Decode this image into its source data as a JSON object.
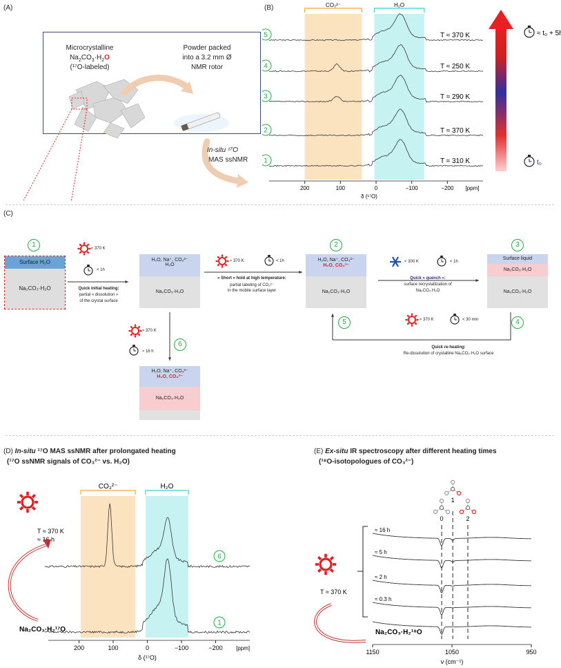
{
  "panelA": {
    "label": "(A)",
    "crystal_title": "Microcrystalline",
    "crystal_formula_a": "Na",
    "crystal_formula_b": "CO",
    "crystal_formula_c": "·H",
    "crystal_formula_d": "O",
    "crystal_labeled": "(¹⁷O-labeled)",
    "powder_line1": "Powder packed",
    "powder_line2": "into a 3.2 mm Ø",
    "powder_line3": "NMR rotor",
    "insitu_line1": "In-situ ¹⁷O",
    "insitu_line2": "MAS ssNMR"
  },
  "panelB": {
    "label": "(B)",
    "band_co3": "CO₃²⁻",
    "band_h2o": "H₂O",
    "x_ticks": [
      "200",
      "100",
      "0",
      "−100",
      "−200",
      "[ppm]"
    ],
    "x_axis": "δ (¹⁷O)",
    "traces": [
      {
        "num": "5",
        "temp": "T ≈ 370 K"
      },
      {
        "num": "4",
        "temp": "T ≈ 250 K"
      },
      {
        "num": "3",
        "temp": "T ≈ 290 K"
      },
      {
        "num": "2",
        "temp": "T ≈ 370 K"
      },
      {
        "num": "1",
        "temp": "T ≈ 310 K"
      }
    ],
    "time_top": "≈ t₀ + 5h",
    "time_bottom": "t₀"
  },
  "panelC": {
    "label": "(C)",
    "box1": {
      "num": "1",
      "top": "Surface H₂O",
      "bottom": "Na₂CO₃·H₂O"
    },
    "step1": {
      "temp": "≈ 370 K",
      "time": "< 1h",
      "title": "Quick initial heating:",
      "desc1": "partial « dissolution »",
      "desc2": "of the crystal surface"
    },
    "boxA": {
      "top": "H₂O, Na⁺, CO₃²⁻",
      "top2": "H₂O",
      "bottom": "Na₂CO₃·H₂O"
    },
    "step2": {
      "temp": "≈ 370 K",
      "time": "< 1h",
      "title": "« Short » hold at high temperature:",
      "desc1": "partial labeling of CO₃²⁻",
      "desc2": "in the mobile surface layer"
    },
    "box2": {
      "num": "2",
      "top": "H₂O, Na⁺, CO₃²⁻",
      "top2a": "H₂O",
      "top2b": "CO₃²⁻",
      "bottom": "Na₂CO₃·H₂O"
    },
    "step3": {
      "temp": "< 300 K",
      "time": "< 1h",
      "title": "Quick « quench »:",
      "desc1": "surface recrystallization of",
      "desc2": "Na₂CO₃·H₂O"
    },
    "box3": {
      "num": "3",
      "top": "Surface liquid",
      "mid": "Na₂CO₃·H₂O",
      "bottom": "Na₂CO₃·H₂O"
    },
    "step4": {
      "num4": "4",
      "num5": "5",
      "temp": "≈ 370 K",
      "time": "< 30 min",
      "title": "Quick re-heating:",
      "desc1": "Re-dissolution of crystalline Na₂CO₃·H₂O surface"
    },
    "step6": {
      "num": "6",
      "temp": "≈ 370 K",
      "time": "≈ 16 h"
    },
    "box6": {
      "top": "H₂O, Na⁺, CO₃²⁻",
      "top2a": "H₂O",
      "top2b": "CO₃²⁻",
      "bottom": "Na₂CO₃·H₂O"
    }
  },
  "panelD": {
    "label": "(D)",
    "title_a": "In-situ",
    "title_b": " ¹⁷O MAS ssNMR after prolongated heating",
    "subtitle": "(¹⁷O ssNMR signals of CO₃²⁻ vs. H₂O)",
    "band_co3": "CO₃²⁻",
    "band_h2o": "H₂O",
    "temp": "T ≈ 370 K",
    "time": "≈ 16 h",
    "trace_top": "6",
    "trace_bottom": "1",
    "compound": "Na₂CO₃·H₂¹⁷O",
    "x_ticks": [
      "200",
      "100",
      "0",
      "−100",
      "−200",
      "[ppm]"
    ],
    "x_axis": "δ (¹⁷O)"
  },
  "panelE": {
    "label": "(E)",
    "title_a": "Ex-situ",
    "title_b": " IR spectroscopy after different heating times",
    "subtitle": "(¹⁸O-isotopologues of CO₃²⁻)",
    "iso_labels": [
      "0",
      "1",
      "2"
    ],
    "times": [
      "≈ 16 h",
      "≈ 5 h",
      "≈ 2 h",
      "≈ 0.3 h"
    ],
    "temp": "T ≈ 370 K",
    "compound": "Na₂CO₃·H₂¹⁸O",
    "x_ticks": [
      "1150",
      "1050",
      "950"
    ],
    "x_axis": "ν (cm⁻¹)"
  },
  "colors": {
    "co3_band": "#fbe3bf",
    "h2o_band": "#c6f3f1",
    "co3_bracket": "#f2a63a",
    "h2o_bracket": "#3fd0d0",
    "green": "#22aa44",
    "red": "#e02020"
  }
}
